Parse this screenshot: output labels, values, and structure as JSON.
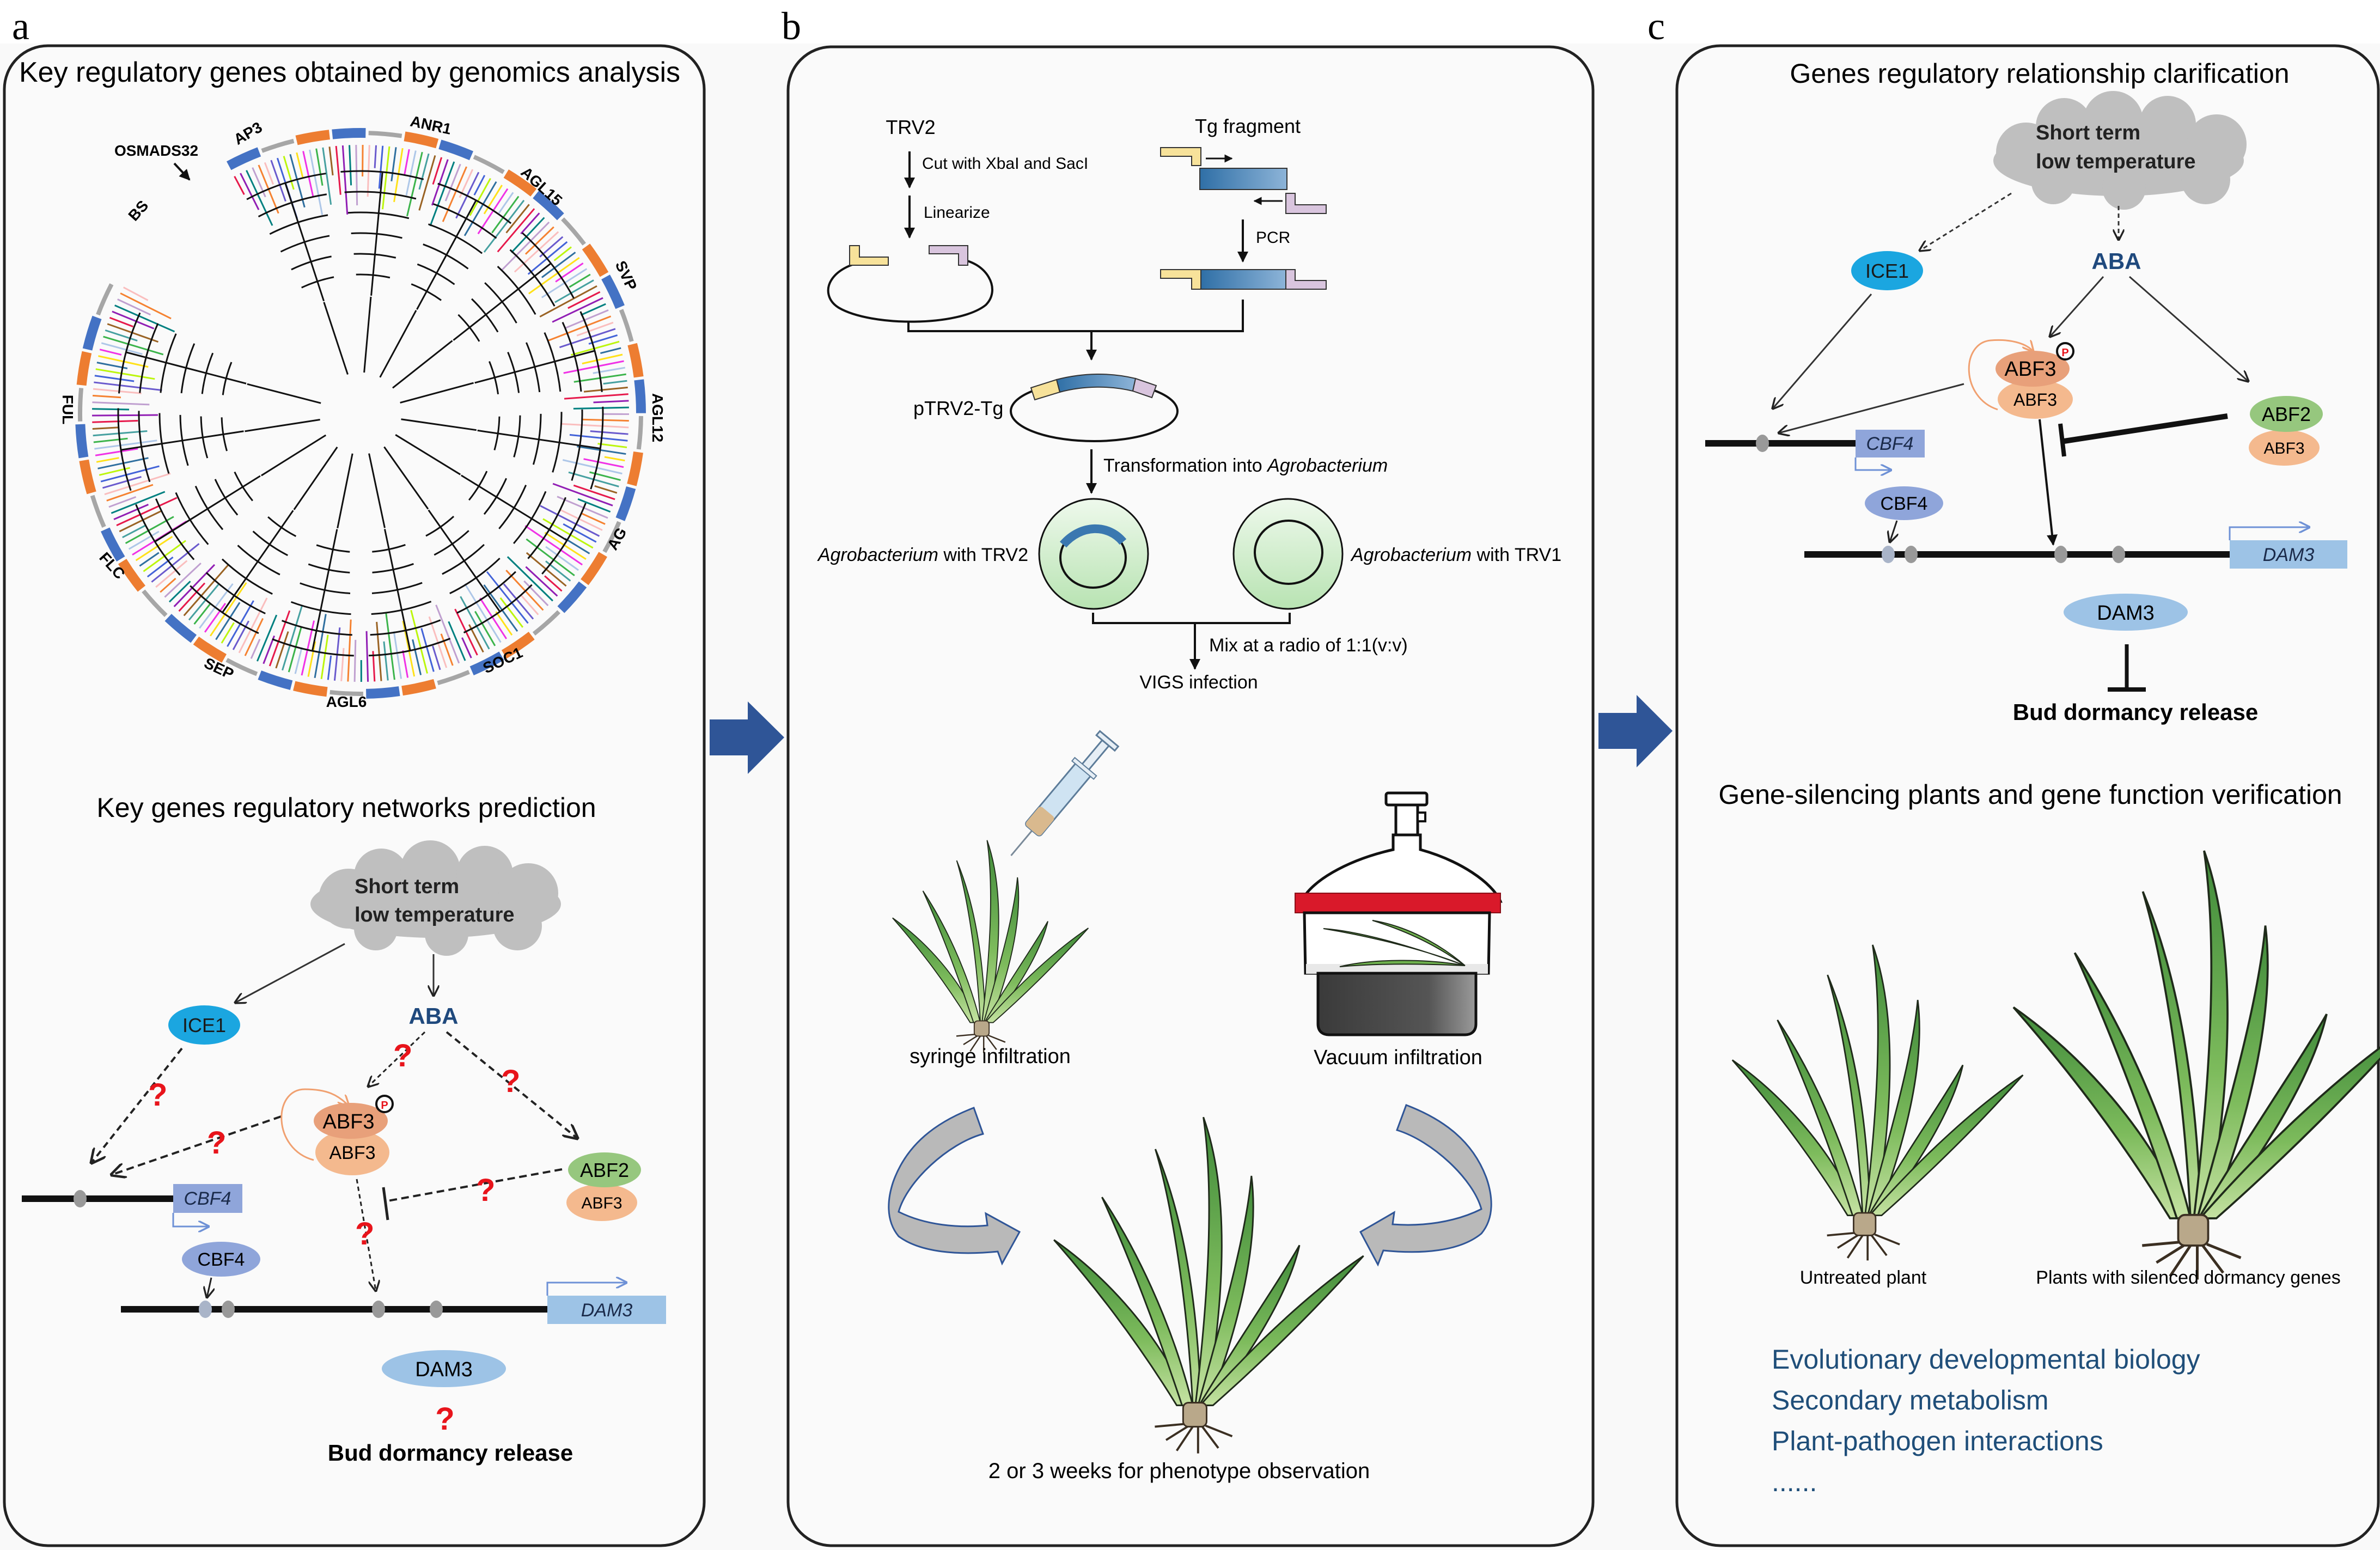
{
  "figure": {
    "panel_labels": [
      "a",
      "b",
      "c"
    ]
  },
  "panel_a": {
    "title": "Key regulatory genes obtained by genomics analysis",
    "tree": {
      "clade_labels": [
        "ANR1",
        "AP3",
        "OSMADS32",
        "BS",
        "AGL15",
        "SVP",
        "AGL12",
        "AG",
        "SOC1",
        "AGL6",
        "SEP",
        "FLC",
        "FUL"
      ]
    },
    "network_title": "Key genes regulatory networks prediction",
    "network": {
      "stimulus_line1": "Short term",
      "stimulus_line2": "low temperature",
      "ice1": "ICE1",
      "aba": "ABA",
      "abf3_p": "ABF3",
      "abf3": "ABF3",
      "phospho": "P",
      "abf2": "ABF2",
      "abf3_partner": "ABF3",
      "cbf4_gene": "CBF4",
      "cbf4_protein": "CBF4",
      "dam3_gene": "DAM3",
      "dam3_protein": "DAM3",
      "unknown_mark": "?",
      "outcome": "Bud dormancy release"
    }
  },
  "panel_b": {
    "trv2": "TRV2",
    "cut_step": "Cut with XbaI and SacI",
    "linearize_step": "Linearize",
    "tg_fragment": "Tg fragment",
    "pcr_step": "PCR",
    "plasmid": "pTRV2-Tg",
    "transformation_prefix": "Transformation into ",
    "transformation_organism": "Agrobacterium",
    "agro_trv2_organism": "Agrobacterium",
    "agro_trv2_suffix": " with TRV2",
    "agro_trv1_organism": "Agrobacterium",
    "agro_trv1_suffix": " with TRV1",
    "mix_step": "Mix at a radio of 1:1(v:v)",
    "vigs": "VIGS infection",
    "syringe_label": "syringe infiltration",
    "vacuum_label": "Vacuum infiltration",
    "observation": "2 or 3 weeks for phenotype observation"
  },
  "panel_c": {
    "title": "Genes regulatory relationship clarification",
    "network": {
      "stimulus_line1": "Short term",
      "stimulus_line2": "low temperature",
      "ice1": "ICE1",
      "aba": "ABA",
      "abf3_p": "ABF3",
      "abf3": "ABF3",
      "phospho": "P",
      "abf2": "ABF2",
      "abf3_partner": "ABF3",
      "cbf4_gene": "CBF4",
      "cbf4_protein": "CBF4",
      "dam3_gene": "DAM3",
      "dam3_protein": "DAM3",
      "outcome": "Bud dormancy release"
    },
    "verification_title": "Gene-silencing plants and gene function verification",
    "untreated_label": "Untreated plant",
    "silenced_label": "Plants with silenced dormancy genes",
    "applications": [
      "Evolutionary developmental biology",
      "Secondary metabolism",
      "Plant-pathogen interactions",
      "......"
    ]
  },
  "colors": {
    "flow_arrow": "#2F5597",
    "ice1": "#1BA6E0",
    "abf3_p": "#E8A07A",
    "abf3": "#F4B98E",
    "abf2": "#96C77E",
    "cbf4": "#8FA5DA",
    "dam3": "#9DC3E6",
    "aba_text": "#1F497D",
    "application_text": "#1F4E79",
    "question": "#E8141B",
    "cloud": "#BFBFBF",
    "clade_blue": "#4472C4",
    "clade_orange": "#ED7D31",
    "clade_grey": "#A6A6A6",
    "cell_green": "#C8EBC4",
    "vacuum_lid": "#D9192A"
  }
}
